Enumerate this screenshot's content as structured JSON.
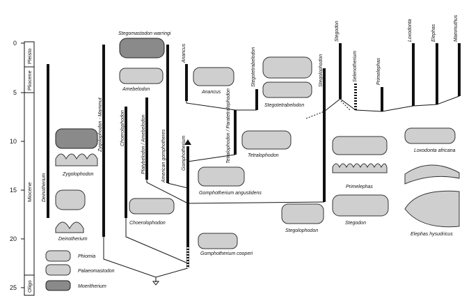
{
  "axis": {
    "ticks": [
      "0",
      "5",
      "10",
      "15",
      "20",
      "25"
    ],
    "epochs": [
      "Pleisto",
      "Pliocene",
      "Miocene",
      "Oligo"
    ]
  },
  "lineages": [
    "Deinotherium",
    "Zygolophodon - Mammut",
    "Choerolophodon",
    "Platybelodon / Amebelodon",
    "American gomphotheres",
    "Gomphotherium",
    "Anancus",
    "Tetralophodon / Paratetralophodon",
    "Stegotetrabelodon",
    "Stegolophodon",
    "Stegodon",
    "Selenotherium",
    "Primelephas",
    "Loxodonta",
    "Elephas"
  ],
  "lineage_extra": [
    "Mammuthus"
  ],
  "specimens": [
    "Zygolophodon",
    "Deinotherium",
    "Phiomia",
    "Palaeomastodon",
    "Moeritherium",
    "Stegomastodon warringi",
    "Amebelodon",
    "Choerolophodon",
    "Anancus",
    "Stegotetrabelodon",
    "Tetralophodon",
    "Gomphotherium angustidens",
    "Gomphotherium cooperi",
    "Stegolophodon",
    "Primelephas",
    "Stegodon",
    "Loxodonta africana",
    "Elephas hysudricus"
  ]
}
